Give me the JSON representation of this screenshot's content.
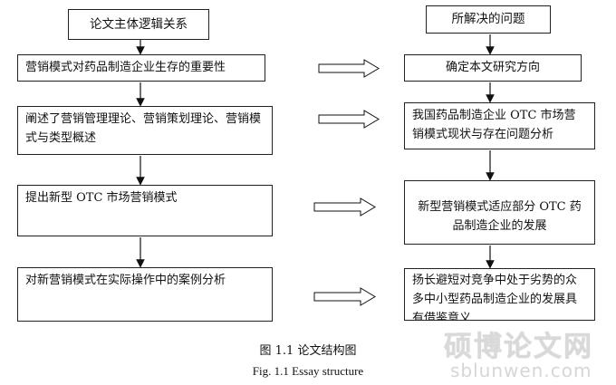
{
  "headers": {
    "left": "论文主体逻辑关系",
    "right": "所解决的问题"
  },
  "left_boxes": [
    "营销模式对药品制造企业生存的重要性",
    "阐述了营销管理理论、营销策划理论、营销模式与类型概述",
    "提出新型 OTC 市场营销模式",
    "对新营销模式在实际操作中的案例分析"
  ],
  "right_boxes": [
    "确定本文研究方向",
    "我国药品制造企业 OTC 市场营销模式现状与存在问题分析",
    "新型营销模式适应部分 OTC 药品制造企业的发展",
    "扬长避短对竞争中处于劣势的众多中小型药品制造企业的发展具有借鉴意义"
  ],
  "caption": {
    "zh": "图 1.1 论文结构图",
    "en": "Fig. 1.1 Essay structure"
  },
  "watermark": {
    "zh": "硕博论文网",
    "en": "sblunwen.com"
  }
}
